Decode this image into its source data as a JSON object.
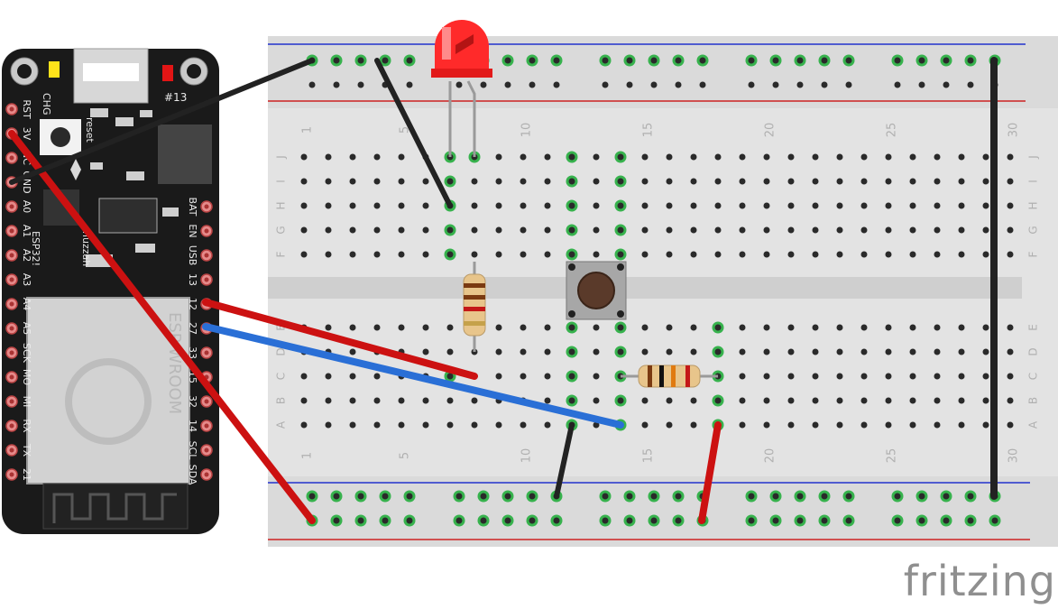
{
  "watermark": "fritzing",
  "breadboard": {
    "columns": 30,
    "row_letters_top": [
      "J",
      "I",
      "H",
      "G",
      "F"
    ],
    "row_letters_bottom": [
      "E",
      "D",
      "C",
      "B",
      "A"
    ],
    "column_number_labels": [
      "1",
      "5",
      "10",
      "15",
      "20",
      "25",
      "30"
    ]
  },
  "board": {
    "name_label": "huzzah",
    "chip_label": "ESP32!",
    "module_label": "ESP-WROOM",
    "chg_label": "CHG",
    "led_label": "#13",
    "reset_label": "reset",
    "left_pins": [
      "RST",
      "3V",
      "NC",
      "GND",
      "A0",
      "A1",
      "A2",
      "A3",
      "A4",
      "A5",
      "SCK",
      "MO",
      "MI",
      "RX",
      "TX",
      "21"
    ],
    "right_pins_top": [
      "BAT",
      "EN",
      "USB",
      "13"
    ],
    "right_pins_bottom": [
      "12",
      "27",
      "33",
      "15",
      "32",
      "14",
      "SCL",
      "SDA"
    ]
  },
  "colors": {
    "wire_red": "#cc1111",
    "wire_black": "#222222",
    "wire_blue": "#2a6fd6",
    "rail_red": "#cc2222",
    "rail_blue": "#2233cc",
    "board_pcb": "#1a1a1a",
    "led_red": "#ff2a2a",
    "active_hole": "#37b24d"
  }
}
